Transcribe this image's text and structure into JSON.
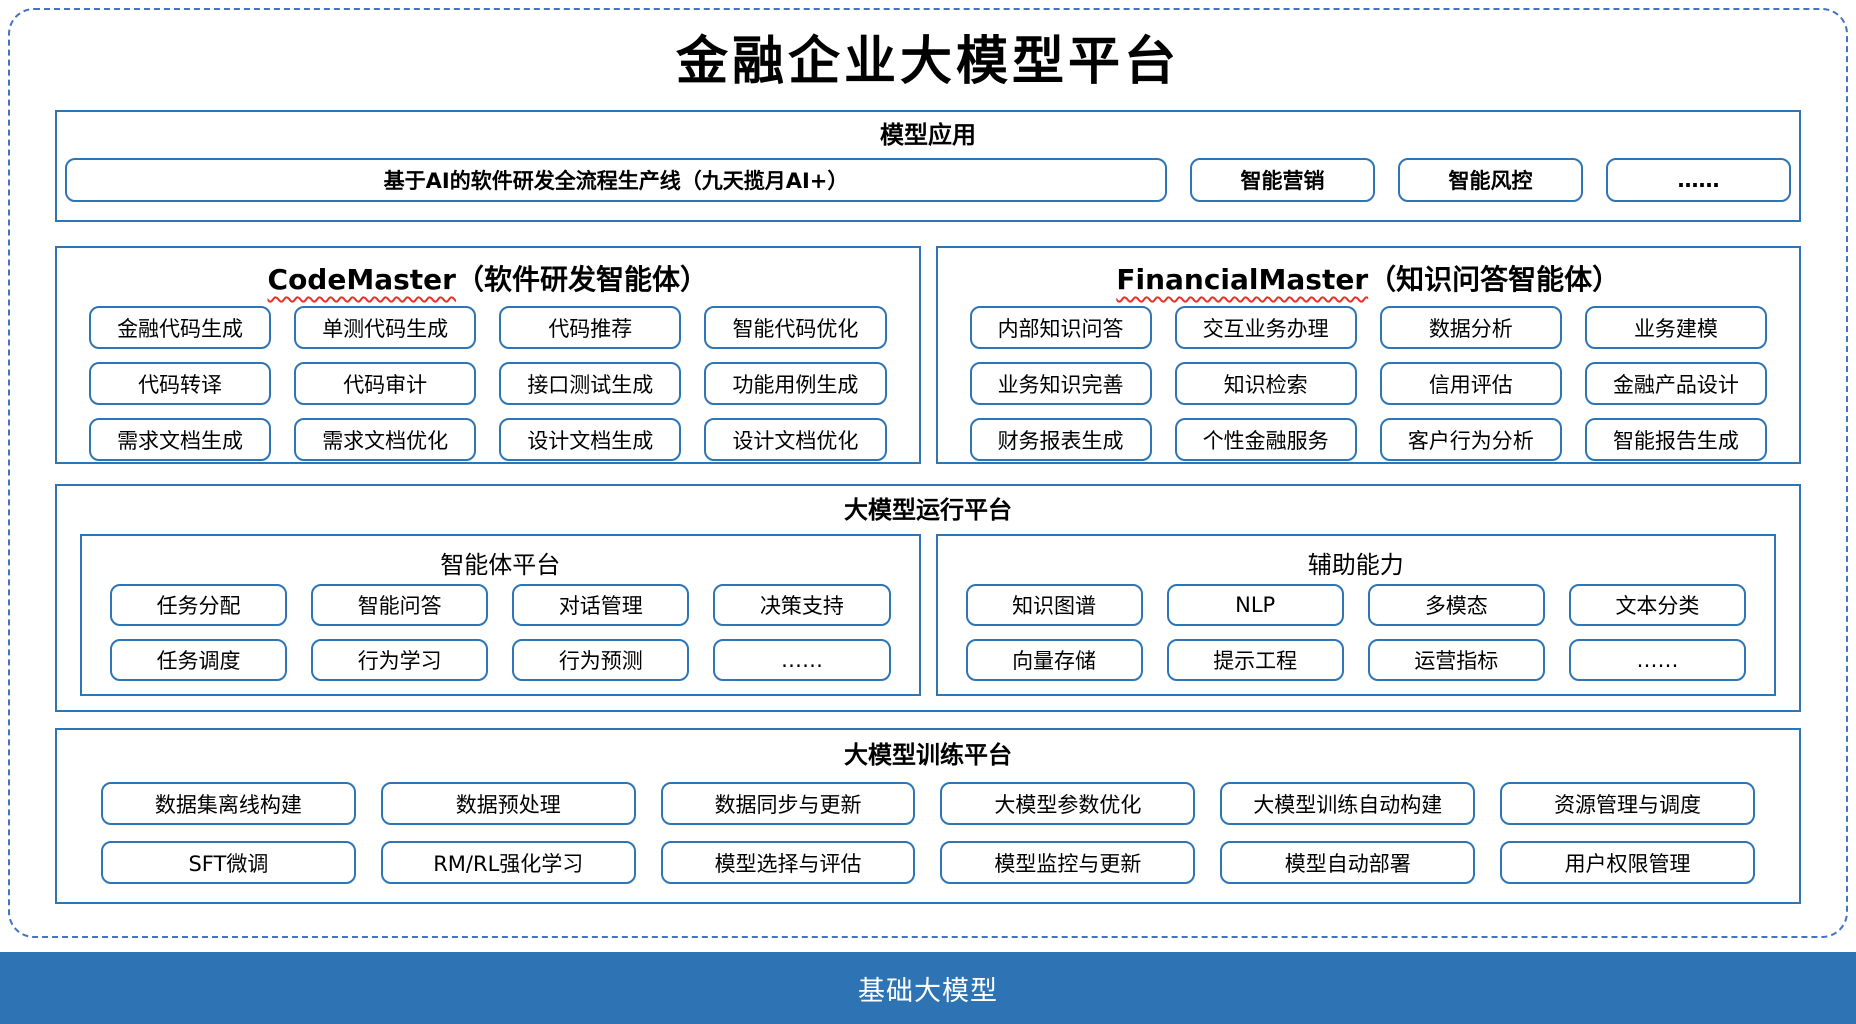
{
  "title": "金融企业大模型平台",
  "colors": {
    "section_border": "#2E75B6",
    "outer_dashed_border": "#4472C4",
    "foundation_bar": "#2E74B5",
    "spellcheck_squiggle": "#E5342B"
  },
  "sections": {
    "model_app": {
      "header": "模型应用",
      "main_button": "基于AI的软件研发全流程生产线（九天揽月AI+）",
      "buttons": [
        "智能营销",
        "智能风控",
        "……"
      ]
    },
    "code_master": {
      "name": "CodeMaster",
      "suffix": "（软件研发智能体）",
      "items": [
        "金融代码生成",
        "单测代码生成",
        "代码推荐",
        "智能代码优化",
        "代码转译",
        "代码审计",
        "接口测试生成",
        "功能用例生成",
        "需求文档生成",
        "需求文档优化",
        "设计文档生成",
        "设计文档优化"
      ]
    },
    "financial_master": {
      "name": "FinancialMaster",
      "suffix": "（知识问答智能体）",
      "items": [
        "内部知识问答",
        "交互业务办理",
        "数据分析",
        "业务建模",
        "业务知识完善",
        "知识检索",
        "信用评估",
        "金融产品设计",
        "财务报表生成",
        "个性金融服务",
        "客户行为分析",
        "智能报告生成"
      ]
    },
    "runtime": {
      "header": "大模型运行平台",
      "agent_platform": {
        "header": "智能体平台",
        "items": [
          "任务分配",
          "智能问答",
          "对话管理",
          "决策支持",
          "任务调度",
          "行为学习",
          "行为预测",
          "……"
        ]
      },
      "auxiliary": {
        "header": "辅助能力",
        "items": [
          "知识图谱",
          "NLP",
          "多模态",
          "文本分类",
          "向量存储",
          "提示工程",
          "运营指标",
          "……"
        ]
      }
    },
    "training": {
      "header": "大模型训练平台",
      "items": [
        "数据集离线构建",
        "数据预处理",
        "数据同步与更新",
        "大模型参数优化",
        "大模型训练自动构建",
        "资源管理与调度",
        "SFT微调",
        "RM/RL强化学习",
        "模型选择与评估",
        "模型监控与更新",
        "模型自动部署",
        "用户权限管理"
      ]
    },
    "foundation": {
      "label": "基础大模型"
    }
  }
}
